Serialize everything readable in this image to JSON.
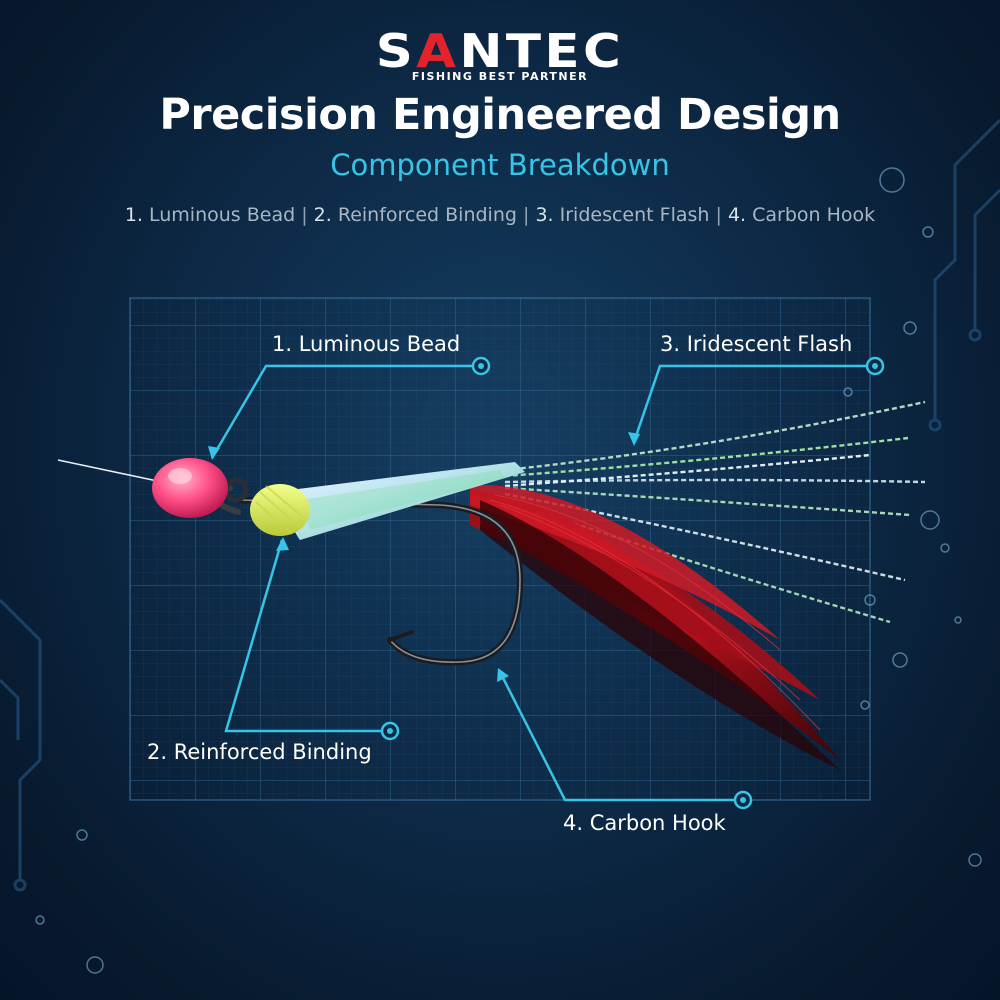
{
  "brand": {
    "name_prefix": "S",
    "name_accent": "A",
    "name_suffix": "NTEC",
    "tagline": "FISHING BEST PARTNER"
  },
  "header": {
    "title": "Precision Engineered Design",
    "subtitle": "Component Breakdown"
  },
  "components": [
    {
      "number": "1.",
      "label": "Luminous Bead"
    },
    {
      "number": "2.",
      "label": "Reinforced Binding"
    },
    {
      "number": "3.",
      "label": "Iridescent Flash"
    },
    {
      "number": "4.",
      "label": "Carbon Hook"
    }
  ],
  "separator": "|",
  "callouts": {
    "bead": "1. Luminous Bead",
    "binding": "2. Reinforced Binding",
    "flash": "3. Iridescent Flash",
    "hook": "4. Carbon Hook"
  },
  "colors": {
    "background": "#0d2a47",
    "accent_cyan": "#38c4e6",
    "brand_red": "#e3232b",
    "bead_pink": "#ff4f86",
    "feather_red": "#b3121c"
  },
  "icons": [
    "callout-target-icon",
    "pointer-arrow-icon"
  ]
}
